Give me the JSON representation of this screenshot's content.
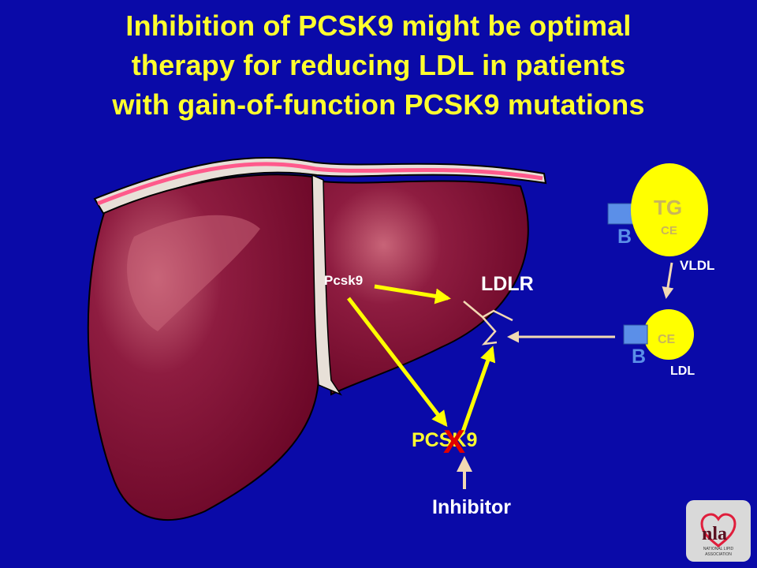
{
  "title": {
    "lines": [
      "Inhibition of PCSK9 might be optimal",
      "therapy for reducing LDL in patients",
      "with gain-of-function PCSK9 mutations"
    ]
  },
  "labels": {
    "pcsk9_gene": "Pcsk9",
    "ldlr": "LDLR",
    "pcsk9_protein": "PCSK9",
    "block_mark": "X",
    "inhibitor": "Inhibitor",
    "vldl": "VLDL",
    "ldl": "LDL",
    "tg": "TG",
    "ce_vldl": "CE",
    "ce_ldl": "CE",
    "apob_vldl": "B",
    "apob_ldl": "B"
  },
  "logo": {
    "mark": "nla",
    "org_line1": "NATIONAL LIPID",
    "org_line2": "ASSOCIATION"
  },
  "colors": {
    "background": "#0a0aa8",
    "title": "#ffff2e",
    "liver": "#7a0a30",
    "arrow_yellow": "#ffff00",
    "arrow_tan": "#f2d9b3",
    "block": "#e00000",
    "apob": "#5b8fe8"
  }
}
